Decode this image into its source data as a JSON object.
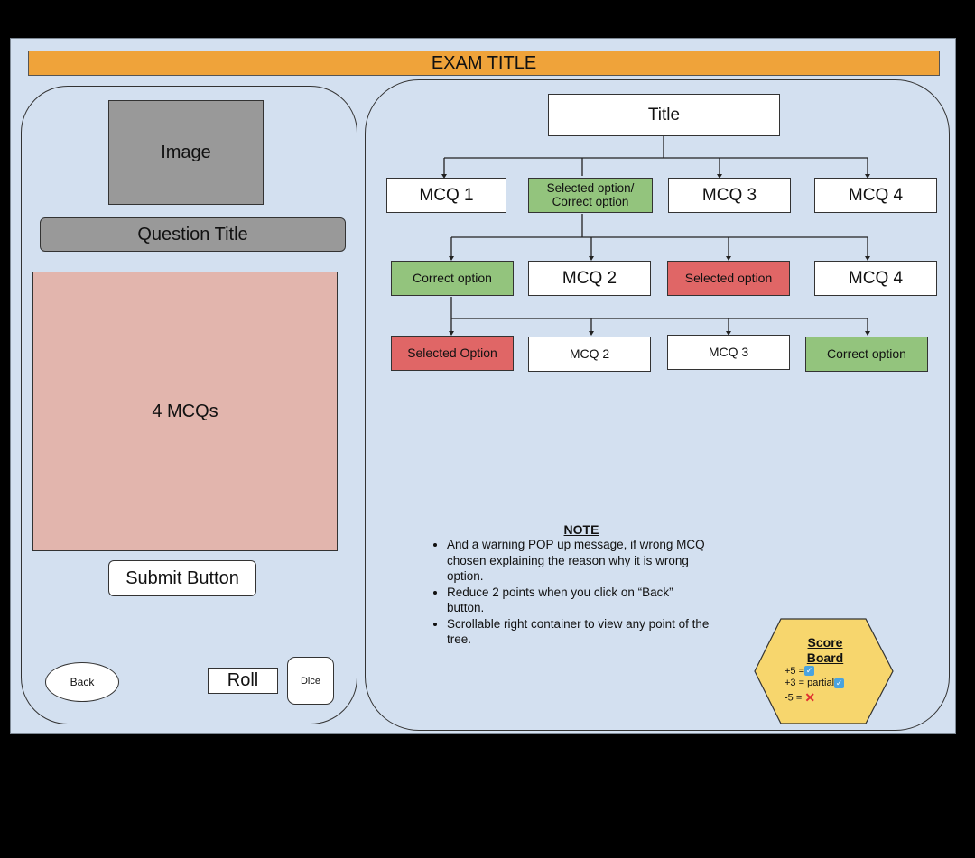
{
  "exam_title": "EXAM TITLE",
  "left": {
    "image_label": "Image",
    "question_title": "Question Title",
    "mcqs_label": "4 MCQs",
    "submit_label": "Submit Button",
    "back_label": "Back",
    "roll_label": "Roll",
    "dice_label": "Dice"
  },
  "tree": {
    "root": "Title",
    "row1": [
      "MCQ 1",
      "Selected option/ Correct option",
      "MCQ 3",
      "MCQ 4"
    ],
    "row2": [
      "Correct option",
      "MCQ 2",
      "Selected option",
      "MCQ 4"
    ],
    "row3": [
      "Selected Option",
      "MCQ 2",
      "MCQ 3",
      "Correct option"
    ],
    "row1_states": [
      "plain",
      "correct",
      "plain",
      "plain"
    ],
    "row2_states": [
      "correct",
      "plain",
      "wrong",
      "plain"
    ],
    "row3_states": [
      "wrong",
      "plain",
      "plain",
      "correct"
    ]
  },
  "note": {
    "title": "NOTE",
    "items": [
      "And a warning POP up message, if wrong MCQ chosen explaining the reason why it is wrong option.",
      "Reduce 2 points  when you click on “Back” button.",
      "Scrollable right container to view any point of the tree."
    ]
  },
  "scoreboard": {
    "title_line1": "Score",
    "title_line2": "Board",
    "line1": "+5 =",
    "line2": "+3 = partial",
    "line3": "-5 =",
    "icons": [
      "checkbox-icon",
      "checkbox-icon",
      "cross-icon"
    ]
  },
  "colors": {
    "frame_bg": "#d3e0f0",
    "title_bar": "#efa33a",
    "gray_box": "#999999",
    "mcq_area": "#e2b5ad",
    "correct_node": "#93c47d",
    "wrong_node": "#e06666",
    "scoreboard": "#f7d66d"
  }
}
